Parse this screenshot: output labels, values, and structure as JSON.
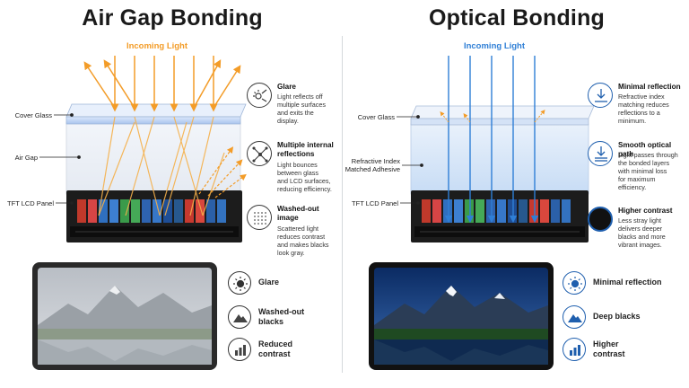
{
  "left": {
    "title": "Air Gap Bonding",
    "incoming_light": "Incoming Light",
    "labels": {
      "cover_glass": "Cover Glass",
      "air_gap": "Air Gap",
      "tft_panel": "TFT LCD Panel"
    },
    "annotations": [
      {
        "title": "Glare",
        "text": [
          "Light reflects off",
          "multiple surfaces",
          "and exits the",
          "display."
        ],
        "icon": "glare-icon"
      },
      {
        "title": [
          "Multiple internal",
          "reflections"
        ],
        "text": [
          "Light bounces",
          "between glass",
          "and LCD surfaces,",
          "reducing efficiency."
        ],
        "icon": "scatter-arrows-icon"
      },
      {
        "title": [
          "Washed-out",
          "image"
        ],
        "text": [
          "Scattered light",
          "reduces contrast",
          "and makes blacks",
          "look gray."
        ],
        "icon": "dots-grid-icon"
      }
    ],
    "legend": [
      {
        "label": [
          "Glare"
        ],
        "icon": "sun-icon"
      },
      {
        "label": [
          "Washed-out",
          "blacks"
        ],
        "icon": "mountain-icon"
      },
      {
        "label": [
          "Reduced",
          "contrast"
        ],
        "icon": "bar-chart-icon"
      }
    ]
  },
  "right": {
    "title": "Optical Bonding",
    "incoming_light": "Incoming Light",
    "labels": {
      "cover_glass": "Cover Glass",
      "adhesive": [
        "Refractive Index",
        "Matched Adhesive"
      ],
      "tft_panel": "TFT LCD Panel"
    },
    "annotations": [
      {
        "title": "Minimal reflection",
        "text": [
          "Refractive index",
          "matching reduces",
          "reflections to a",
          "minimum."
        ],
        "icon": "down-arrow-surface-icon"
      },
      {
        "title": "Smooth optical path",
        "text": [
          "Light passes through",
          "the bonded layers",
          "with minimal loss",
          "for maximum",
          "efficiency."
        ],
        "icon": "down-arrow-layers-icon"
      },
      {
        "title": "Higher contrast",
        "text": [
          "Less stray light",
          "delivers deeper",
          "blacks and more",
          "vibrant images."
        ],
        "icon": "black-circle-icon"
      }
    ],
    "legend": [
      {
        "label": [
          "Minimal reflection"
        ],
        "icon": "sun-icon"
      },
      {
        "label": [
          "Deep blacks"
        ],
        "icon": "mountain-icon"
      },
      {
        "label": [
          "Higher",
          "contrast"
        ],
        "icon": "bar-chart-icon"
      }
    ]
  },
  "colors": {
    "orange": "#f39c28",
    "blue": "#2f7fd6",
    "left_icon_stroke": "#3a3a3a",
    "right_icon": "#1f5fae"
  }
}
